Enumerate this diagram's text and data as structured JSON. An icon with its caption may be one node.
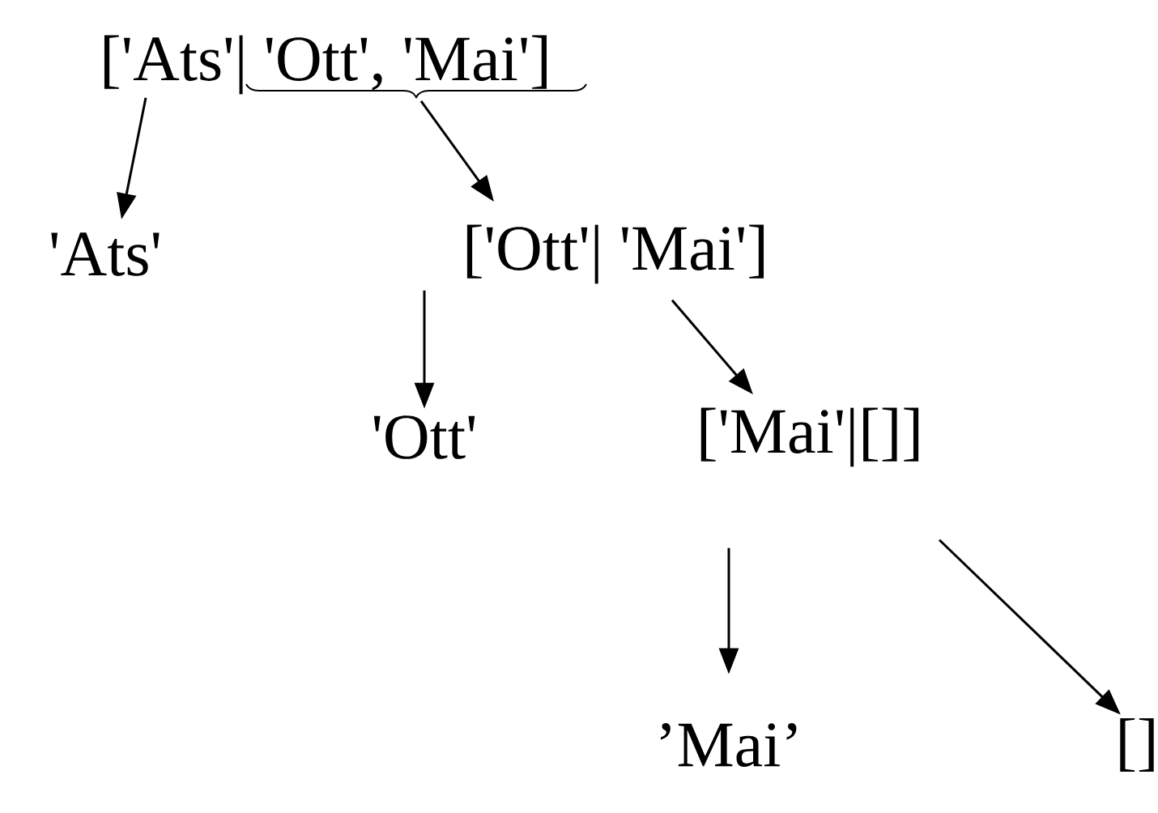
{
  "diagram": {
    "nodes": [
      {
        "text": [
          "['Ats'| 'Ott', 'Mai']"
        ]
      },
      {
        "text": [
          "'Ats'"
        ]
      },
      {
        "text": [
          "['Ott'| 'Mai']"
        ]
      },
      {
        "text": [
          "'Ott'"
        ]
      },
      {
        "text": [
          "['Mai'|[]]"
        ]
      },
      {
        "text": [
          "’Mai’"
        ]
      },
      {
        "text": [
          "[]"
        ]
      }
    ],
    "edges": [
      {
        "from": 0,
        "to": 1,
        "arrow": "to"
      },
      {
        "from": 0,
        "to": 2,
        "arrow": "to"
      },
      {
        "from": 2,
        "to": 3,
        "arrow": "to"
      },
      {
        "from": 2,
        "to": 4,
        "arrow": "to"
      },
      {
        "from": 4,
        "to": 5,
        "arrow": "to"
      },
      {
        "from": 4,
        "to": 6,
        "arrow": "to"
      }
    ]
  }
}
